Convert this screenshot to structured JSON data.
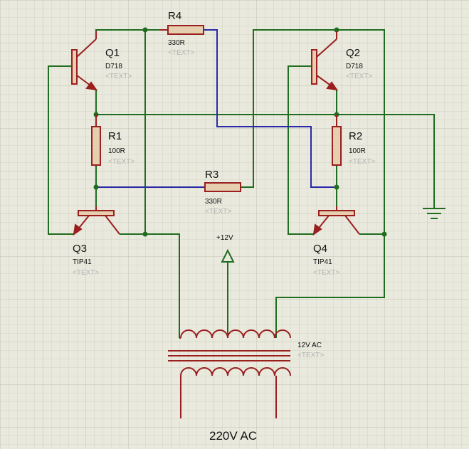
{
  "colors": {
    "background": "#e9e9dd",
    "grid_minor": "#d4d4c6",
    "grid_major": "#c2c2b2",
    "wire_green": "#1f6d1f",
    "wire_blue": "#2a2aa8",
    "component": "#9a1f1f",
    "resistor_fill": "#e6cfae",
    "text": "#111111",
    "placeholder": "#b4b4b4"
  },
  "components": {
    "q1": {
      "ref": "Q1",
      "value": "D718",
      "placeholder": "<TEXT>"
    },
    "q2": {
      "ref": "Q2",
      "value": "D718",
      "placeholder": "<TEXT>"
    },
    "q3": {
      "ref": "Q3",
      "value": "TIP41",
      "placeholder": "<TEXT>"
    },
    "q4": {
      "ref": "Q4",
      "value": "TIP41",
      "placeholder": "<TEXT>"
    },
    "r1": {
      "ref": "R1",
      "value": "100R",
      "placeholder": "<TEXT>"
    },
    "r2": {
      "ref": "R2",
      "value": "100R",
      "placeholder": "<TEXT>"
    },
    "r3": {
      "ref": "R3",
      "value": "330R",
      "placeholder": "<TEXT>"
    },
    "r4": {
      "ref": "R4",
      "value": "330R",
      "placeholder": "<TEXT>"
    },
    "transformer": {
      "value": "12V AC",
      "placeholder": "<TEXT>"
    }
  },
  "power": {
    "label": "+12V"
  },
  "ground": {
    "icon": "ground-icon"
  },
  "footer": {
    "label": "220V AC"
  }
}
